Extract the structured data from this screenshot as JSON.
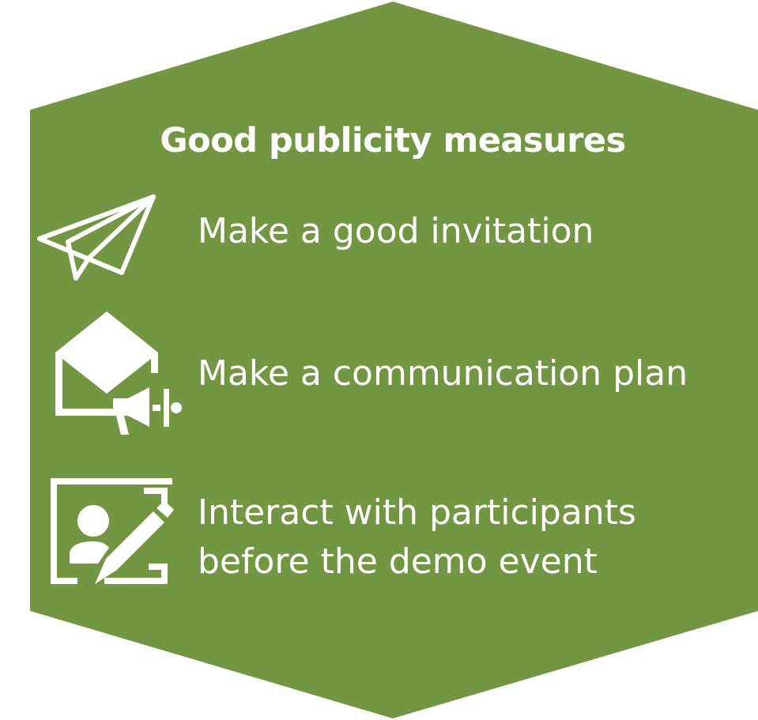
{
  "colors": {
    "panel_fill": "#739643",
    "foreground": "#ffffff"
  },
  "title": "Good publicity measures",
  "items": [
    {
      "icon": "paper-plane-icon",
      "lines": [
        "Make a good invitation"
      ]
    },
    {
      "icon": "envelope-megaphone-icon",
      "lines": [
        "Make a communication plan"
      ]
    },
    {
      "icon": "presentation-pencil-icon",
      "lines": [
        "Interact with participants",
        "before the demo event"
      ]
    }
  ]
}
